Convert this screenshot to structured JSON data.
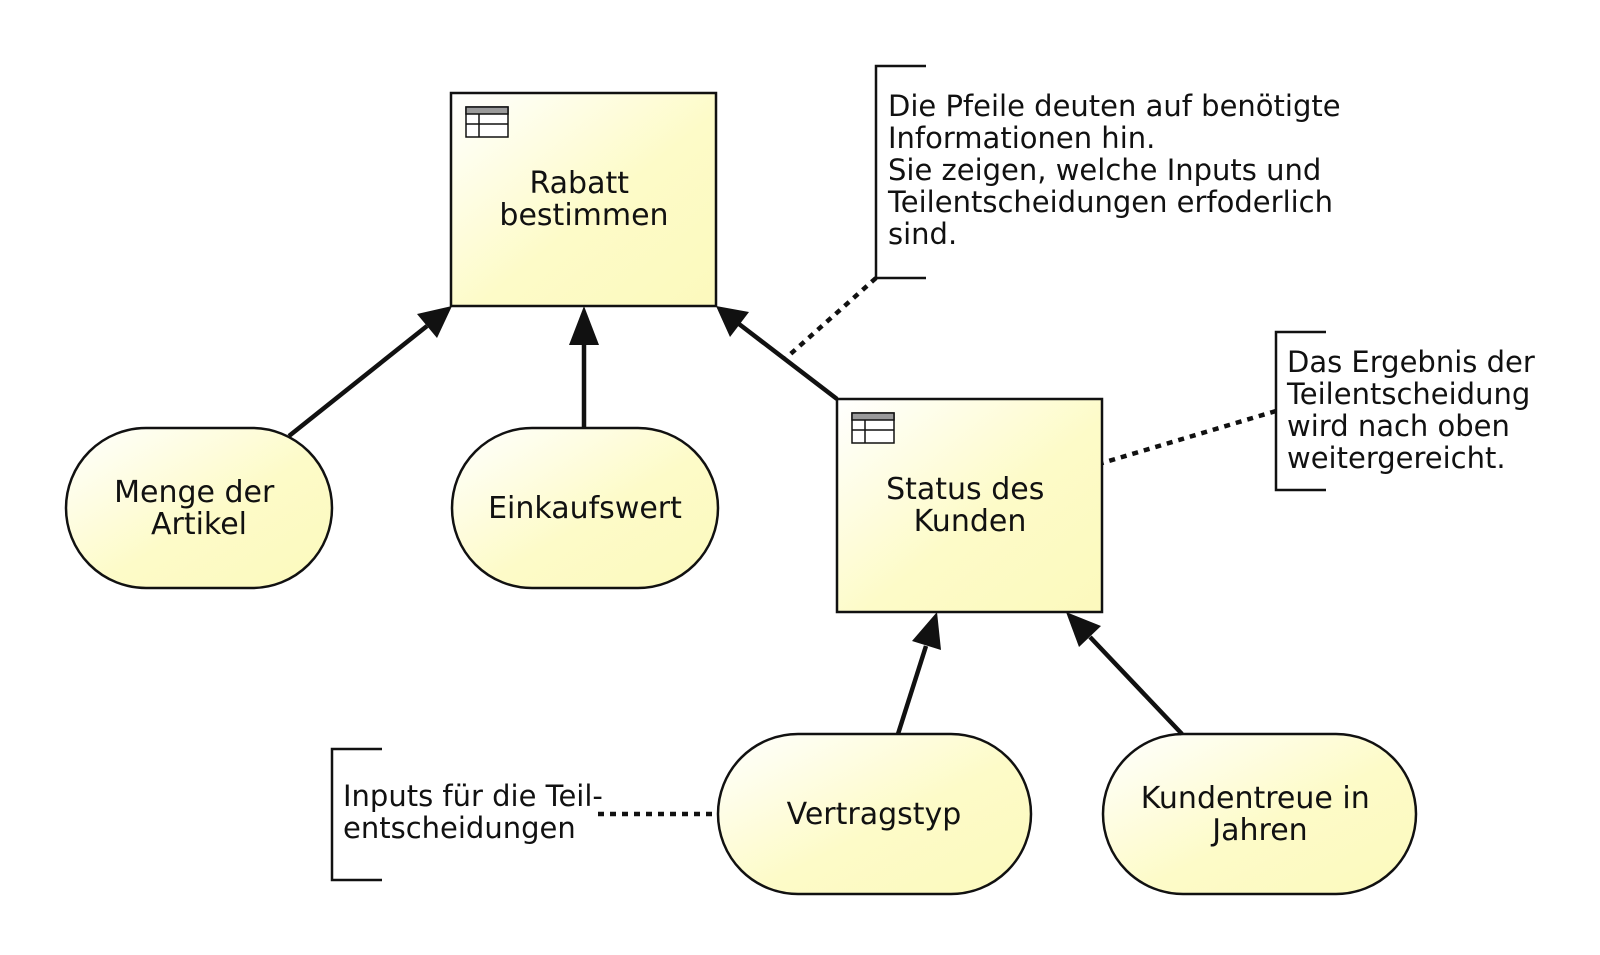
{
  "colors": {
    "node_fill_light": "#ffffff",
    "node_fill_dark": "#fdfbc8",
    "stroke": "#111111",
    "table_icon_header": "#9a9a9a"
  },
  "decisions": [
    {
      "id": "rabatt",
      "lines": [
        "Rabatt",
        "bestimmen"
      ],
      "icon": "decision-table-icon"
    },
    {
      "id": "status",
      "lines": [
        "Status des",
        "Kunden"
      ],
      "icon": "decision-table-icon"
    }
  ],
  "inputs": [
    {
      "id": "menge",
      "lines": [
        "Menge der",
        "Artikel"
      ]
    },
    {
      "id": "einkauf",
      "lines": [
        "Einkaufswert"
      ]
    },
    {
      "id": "vertrag",
      "lines": [
        "Vertragstyp"
      ]
    },
    {
      "id": "treue",
      "lines": [
        "Kundentreue in",
        "Jahren"
      ]
    }
  ],
  "annotations": [
    {
      "id": "pfeile",
      "lines": [
        "Die Pfeile deuten auf benötigte",
        "Informationen hin.",
        "Sie zeigen, welche Inputs und",
        "Teilentscheidungen erfoderlich",
        "sind."
      ]
    },
    {
      "id": "ergebnis",
      "lines": [
        "Das Ergebnis der",
        "Teilentscheidung",
        "wird nach oben",
        "weitergereicht."
      ]
    },
    {
      "id": "inputs",
      "lines": [
        "Inputs für die Teil-",
        "entscheidungen"
      ]
    }
  ]
}
